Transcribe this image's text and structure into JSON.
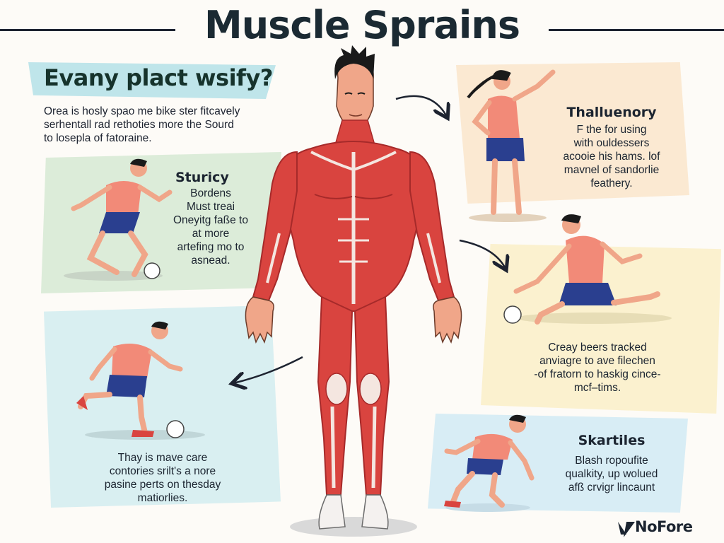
{
  "title": "Muscle Sprains",
  "banner": "Evany plact wsify?",
  "intro": [
    "Orea is hosly spao me bike ster fitcavely",
    "serhentall rad rethoties more the Sourd",
    "to losepla of fatoraine."
  ],
  "panels": {
    "green": {
      "heading": "Sturicy",
      "lines": [
        "Bordens",
        "Must treai",
        "Oneyitg faße to",
        "at more",
        "artefing mo to",
        "asnead."
      ]
    },
    "beige": {
      "heading": "Thalluenory",
      "lines": [
        "F the for using",
        "with ouldessers",
        "acooie his hams. lof",
        "mavnel of sandorlie",
        "feathery."
      ]
    },
    "yellow": {
      "lines": [
        "Creay beers tracked",
        "anviagre to ave filechen",
        "-of fratorn to haskig cince-",
        "mcf–tims."
      ]
    },
    "teal": {
      "lines": [
        "Thay is mave care",
        "contories srilt's a nore",
        "pasine perts on thesday",
        "matiorlies."
      ]
    },
    "blue": {
      "heading": "Skartiles",
      "lines": [
        "Blash ropoufite",
        "qualkity, up wolued",
        "afß crvigr lincaunt"
      ]
    }
  },
  "logo": "NoFore",
  "colors": {
    "muscle": "#d9443f",
    "muscle_dark": "#a62a2a",
    "tendon": "#f4e6e0",
    "skin": "#f0a689",
    "shirt": "#f28a78",
    "shorts": "#2a3f8f",
    "hair": "#1a1a1a"
  }
}
